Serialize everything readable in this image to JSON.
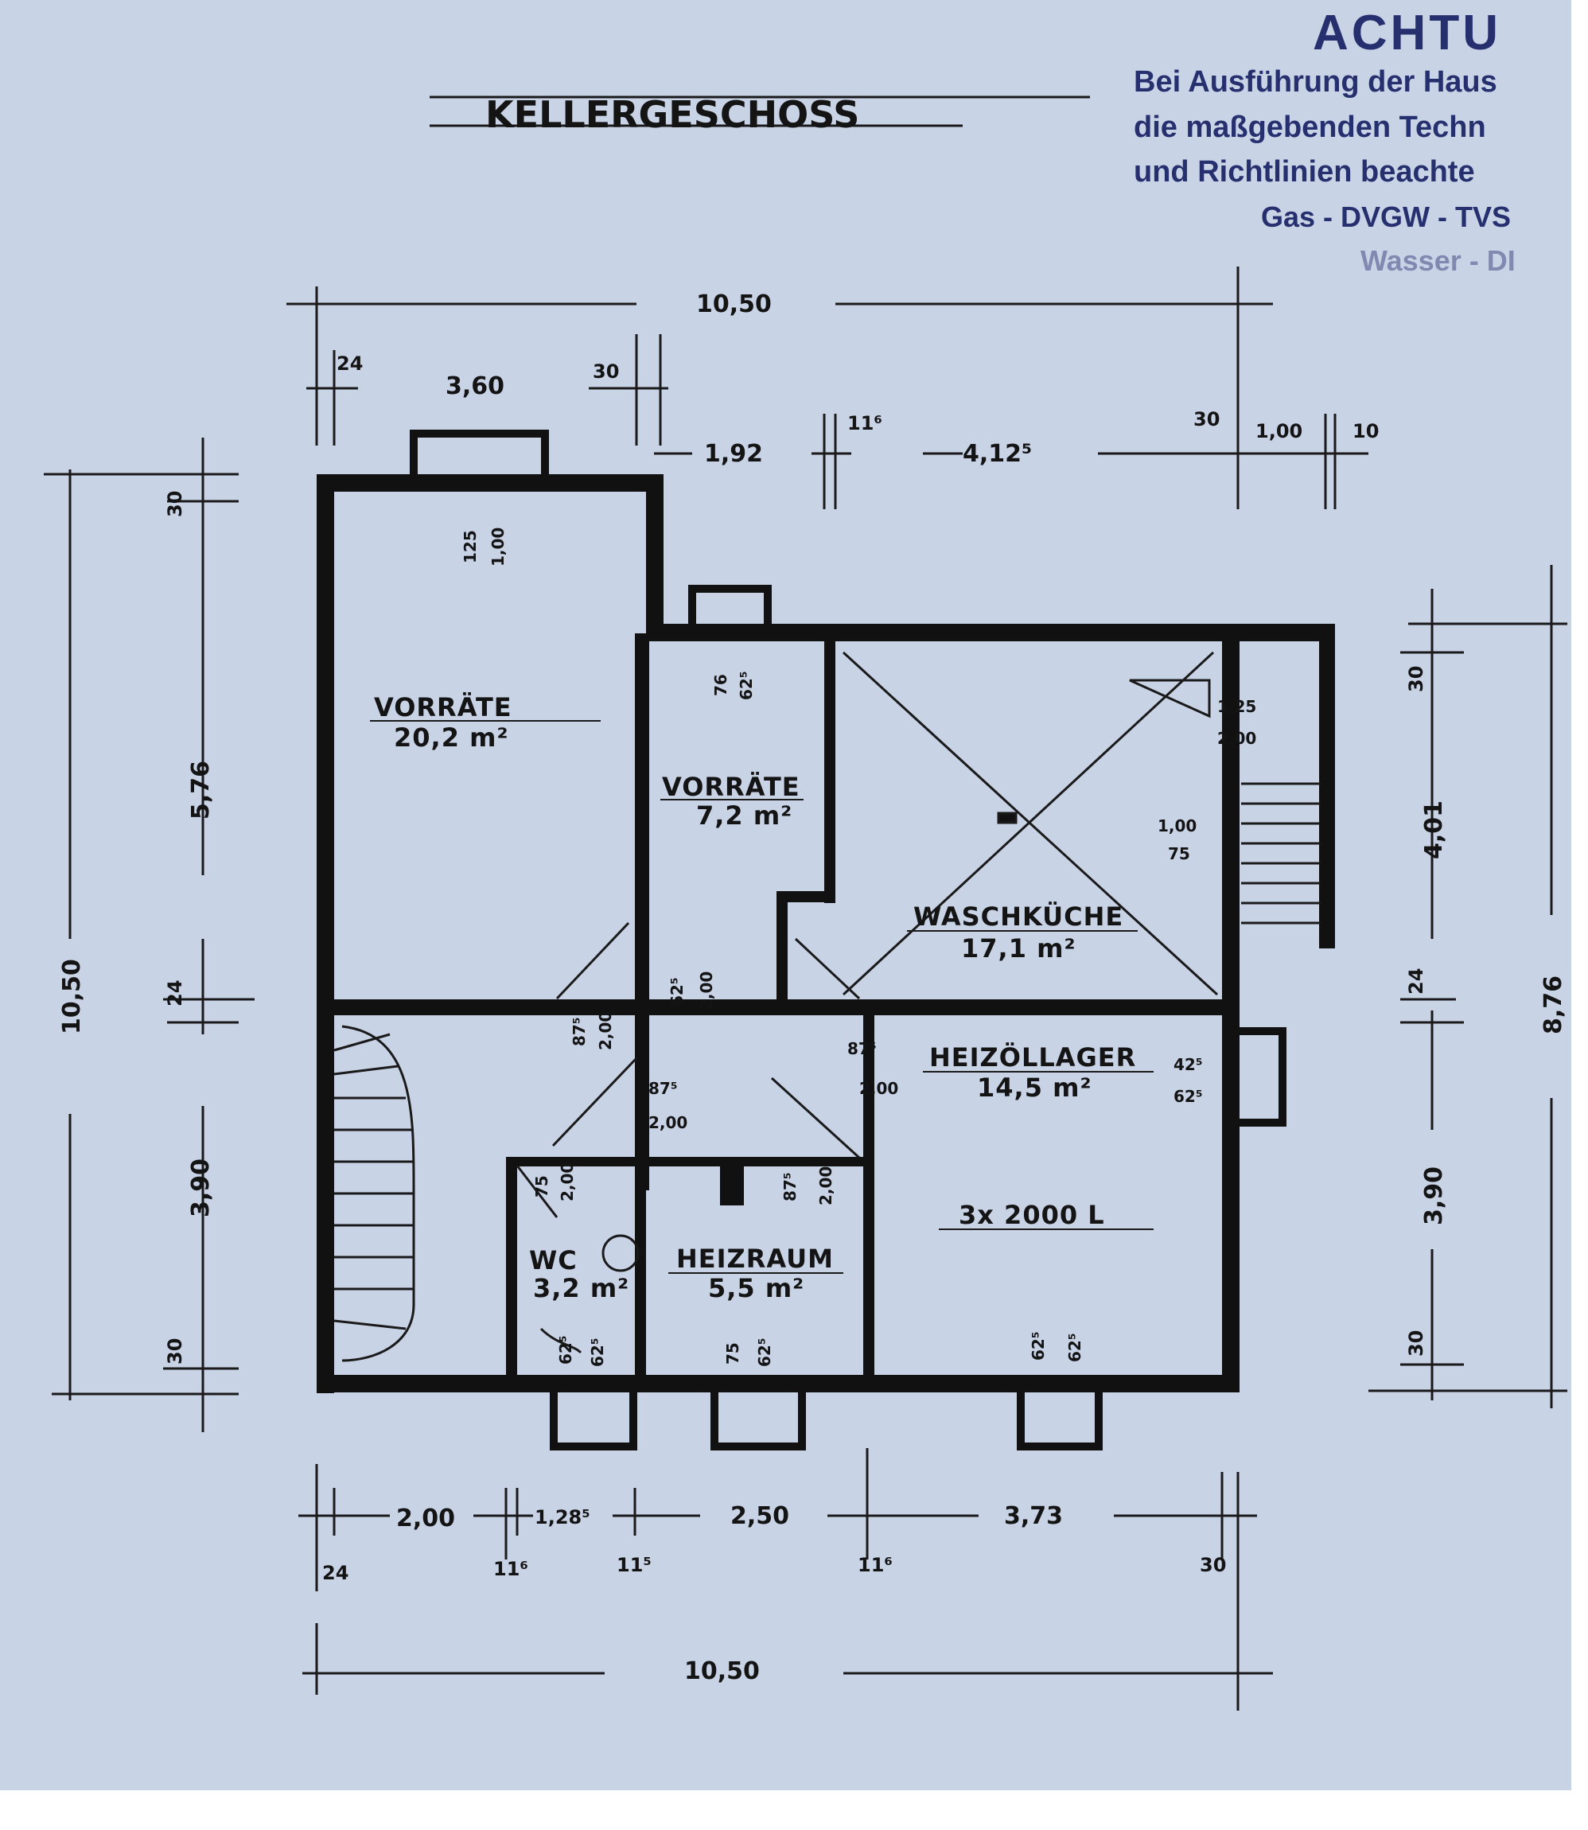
{
  "title": "KELLERGESCHOSS",
  "stamp": {
    "heading": "ACHTU",
    "lines": [
      "Bei Ausführung der Haus",
      "die maßgebenden Techn",
      "und Richtlinien beachte",
      "Gas - DVGW - TVS",
      "Wasser - DI"
    ]
  },
  "rooms": [
    {
      "name": "VORRÄTE",
      "area": "20,2 m²"
    },
    {
      "name": "VORRÄTE",
      "area": "7,2 m²"
    },
    {
      "name": "WASCHKÜCHE",
      "area": "17,1 m²"
    },
    {
      "name": "HEIZÖLLAGER",
      "area": "14,5 m²",
      "note": "3x 2000 L"
    },
    {
      "name": "WC",
      "area": "3,2 m²"
    },
    {
      "name": "HEIZRAUM",
      "area": "5,5 m²"
    }
  ],
  "dimensions": {
    "top_total": "10,50",
    "bottom_total": "10,50",
    "left_total": "10,50",
    "right_total": "8,76",
    "top_row1": [
      "24",
      "3,60",
      "30"
    ],
    "top_row2": [
      "1,92",
      "11⁶",
      "4,12⁵",
      "30",
      "1,00",
      "10"
    ],
    "left_parts": [
      "30",
      "5,76",
      "24",
      "3,90",
      "30"
    ],
    "right_parts": [
      "30",
      "4,01",
      "24",
      "3,90",
      "30"
    ],
    "bottom_parts": [
      "2,00",
      "1,28⁵",
      "2,50",
      "3,73"
    ],
    "bottom_small": [
      "24",
      "11⁶",
      "11⁵",
      "11⁶",
      "30"
    ],
    "openings": [
      {
        "top": "125",
        "bottom": "1,00"
      },
      {
        "top": "76",
        "bottom": "62⁵"
      },
      {
        "top": "1,25",
        "bottom": "2,00"
      },
      {
        "top": "1,00",
        "bottom": "75"
      },
      {
        "top": "87⁵",
        "bottom": "2,00"
      },
      {
        "top": "62⁵",
        "bottom": "2,00"
      },
      {
        "top": "87⁵",
        "bottom": "2,00"
      },
      {
        "top": "87⁵",
        "bottom": "2,00"
      },
      {
        "top": "42⁵",
        "bottom": "62⁵"
      },
      {
        "top": "87⁵",
        "bottom": "2,00"
      },
      {
        "top": "75",
        "bottom": "2,00"
      },
      {
        "top": "62⁵",
        "bottom": "62⁵"
      },
      {
        "top": "75",
        "bottom": "62⁵"
      },
      {
        "top": "62⁵",
        "bottom": "62⁵"
      }
    ]
  }
}
